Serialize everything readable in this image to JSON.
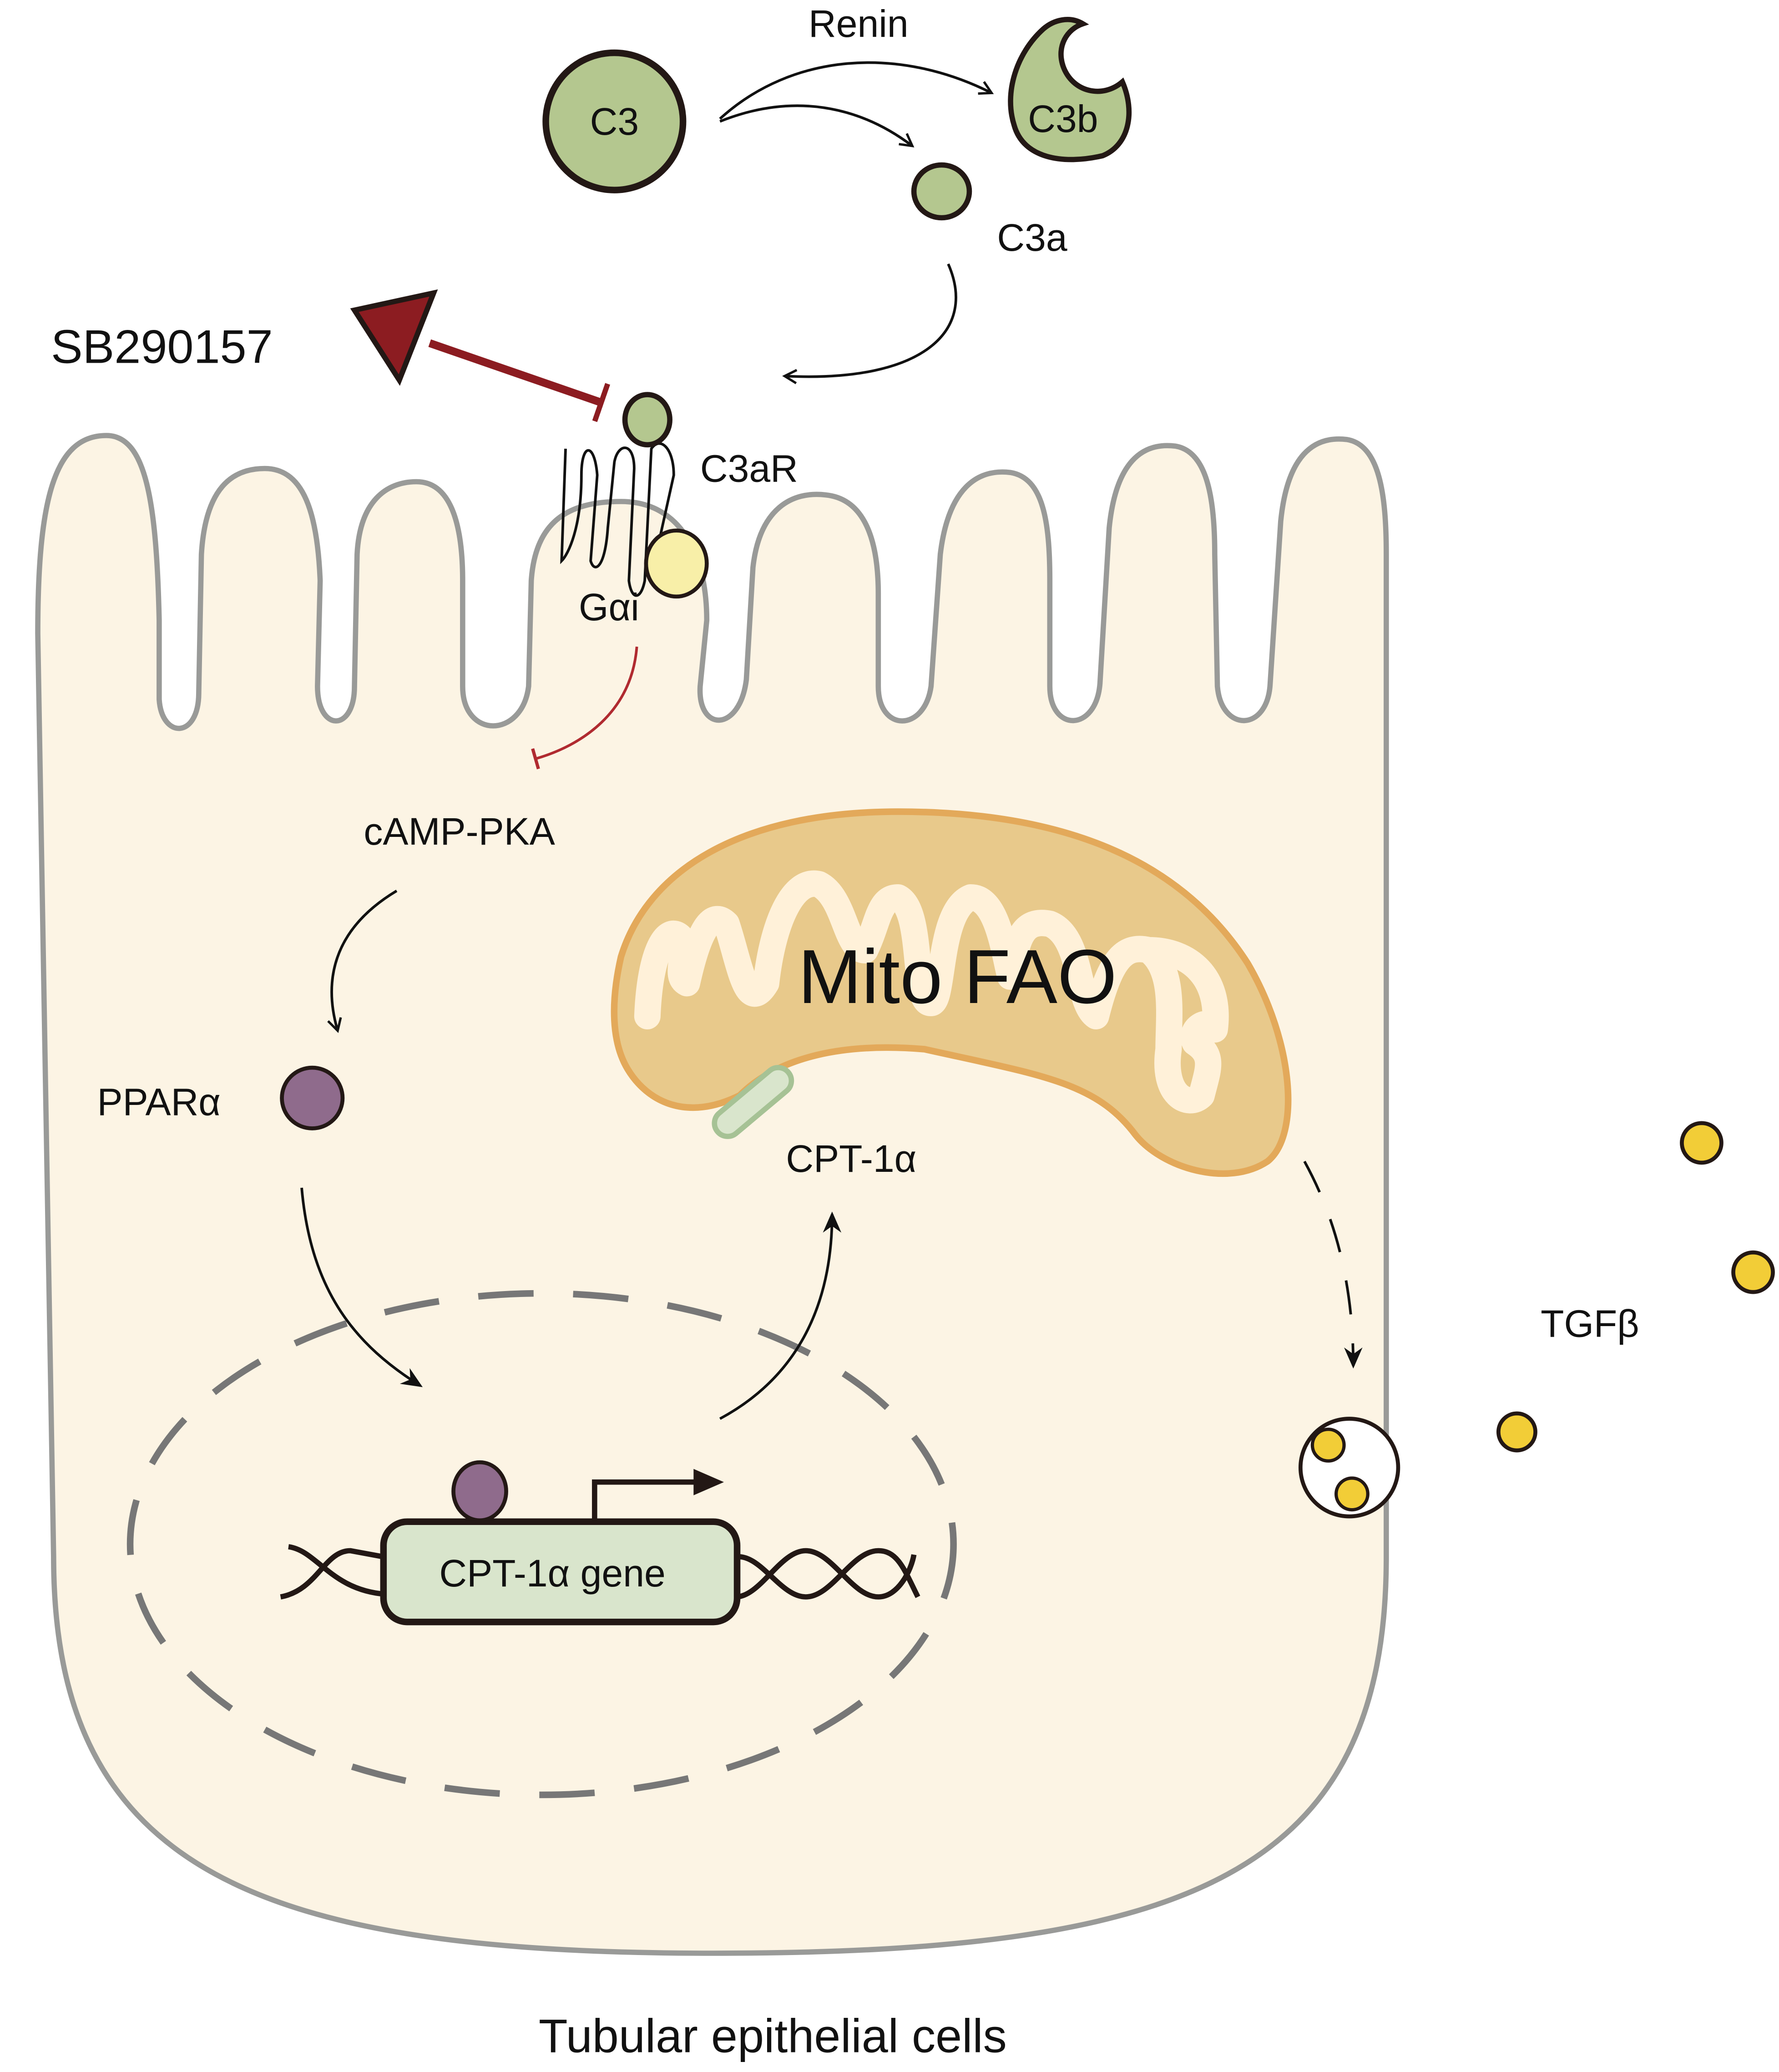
{
  "colors": {
    "cell_fill": "#fcf4e4",
    "cell_outline": "#999a98",
    "complement_green": "#b4c78f",
    "galpha_yellow": "#f8efa8",
    "inhibitor_red": "#8c1c21",
    "mito_fill": "#e8c98b",
    "mito_outline": "#e3a95a",
    "cristae": "#fff1d9",
    "cpt1_fill": "#d9e5cc",
    "cpt1_border": "#a6c295",
    "ppar_purple": "#8f6b8c",
    "tgfb_yellow": "#f2cd37",
    "nucleus_dash": "#777777"
  },
  "labels": {
    "renin": "Renin",
    "c3": "C3",
    "c3b": "C3b",
    "c3a": "C3a",
    "inhibitor": "SB290157",
    "receptor": "C3aR",
    "g_protein": "Gαi",
    "camp_pka": "cAMP-PKA",
    "ppar": "PPARα",
    "mito": "Mito FAO",
    "cpt1": "CPT-1α",
    "gene": "CPT-1α gene",
    "tgfb": "TGFβ",
    "caption": "Tubular epithelial cells"
  }
}
